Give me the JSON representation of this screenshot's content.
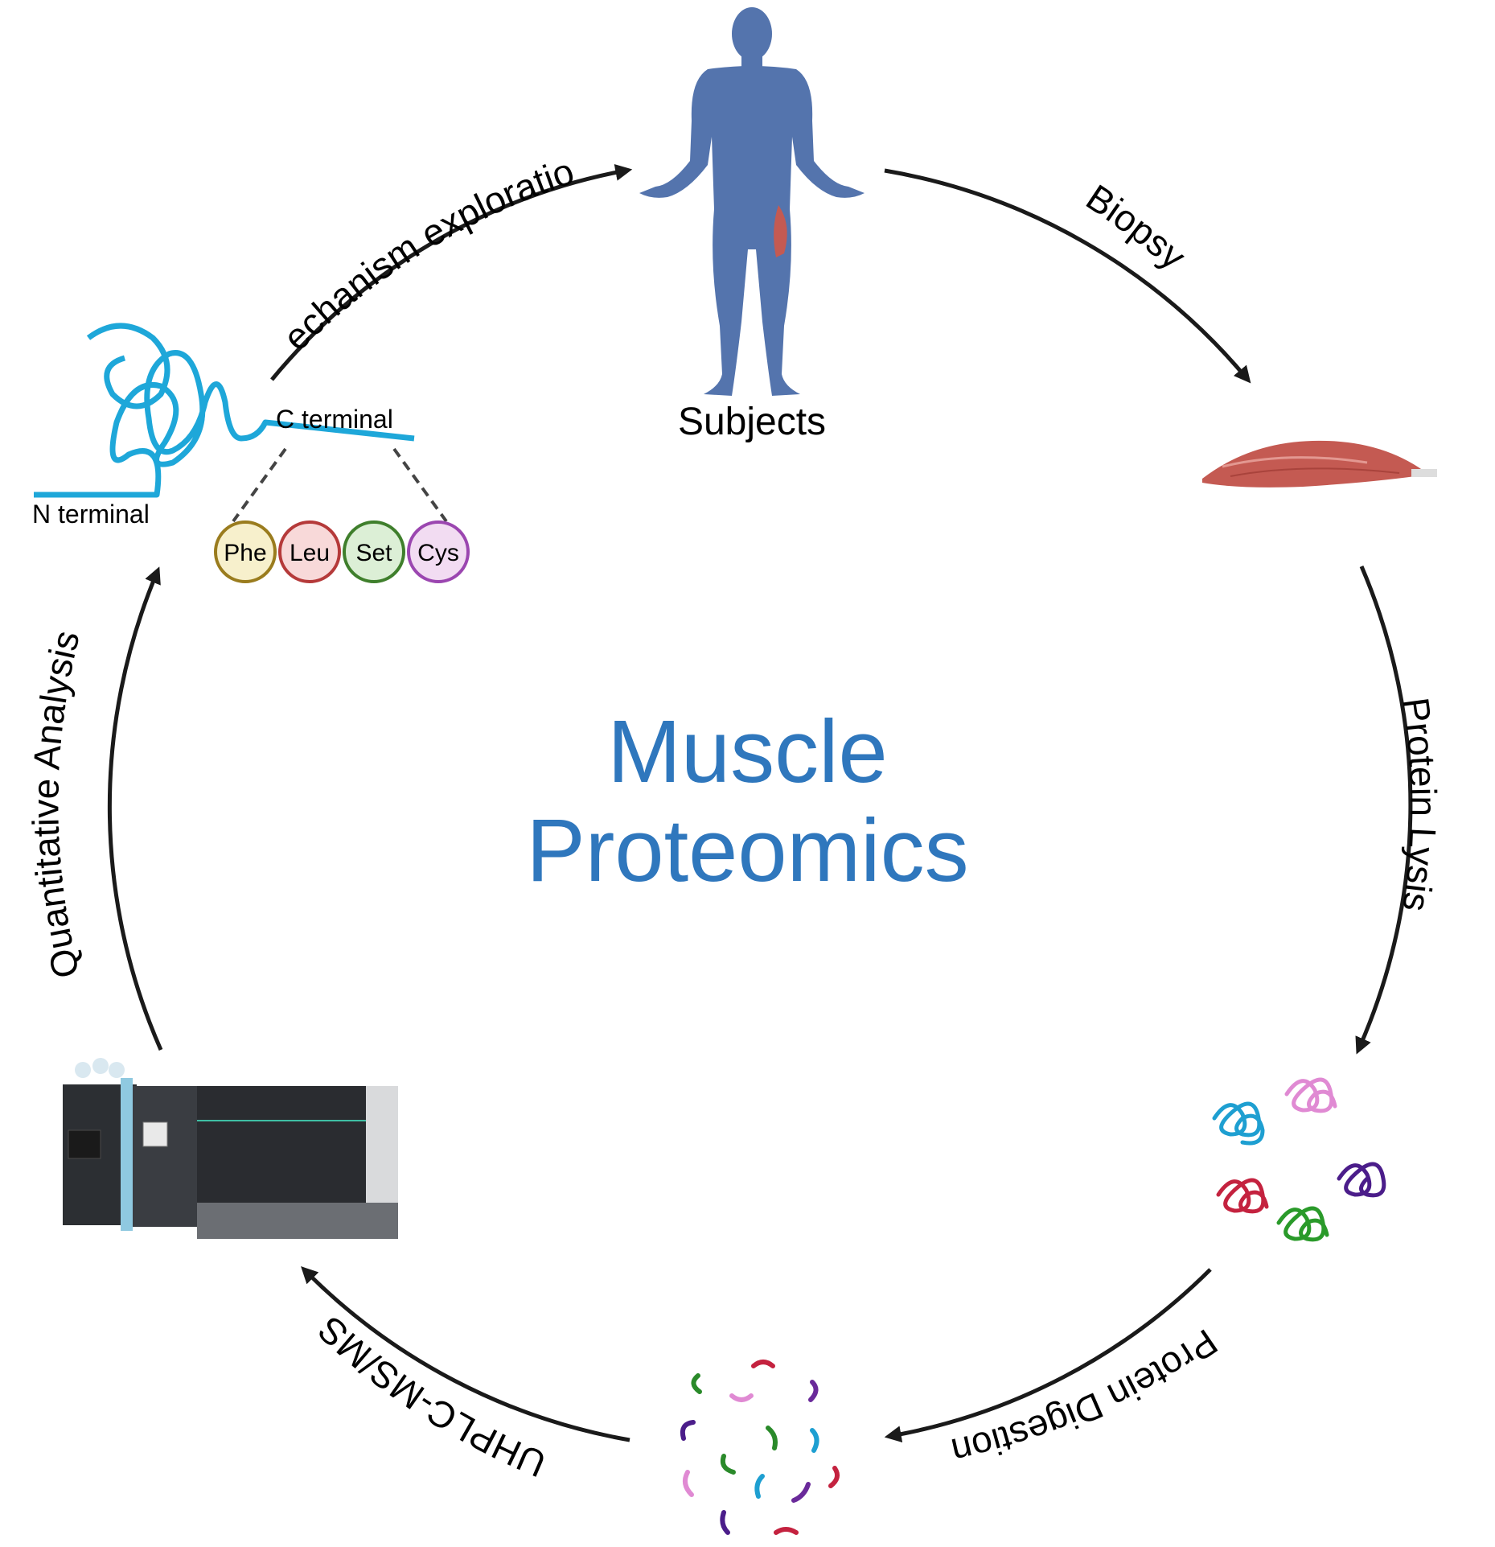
{
  "title": {
    "line1": "Muscle",
    "line2": "Proteomics"
  },
  "steps": {
    "subjects": "Subjects",
    "biopsy": "Biopsy",
    "protein_lysis": "Protein Lysis",
    "protein_digestion": "Protein Digestion",
    "uhplc": "UHPLC-MS/MS",
    "quantitative": "Quantitative Analysis",
    "mechanism": "Mechanism exploration"
  },
  "protein": {
    "n_terminal": "N terminal",
    "c_terminal": "C terminal",
    "residues": [
      {
        "label": "Phe",
        "fill": "#f7f0cc",
        "stroke": "#9a7c1e"
      },
      {
        "label": "Leu",
        "fill": "#f8d9d9",
        "stroke": "#b53a3a"
      },
      {
        "label": "Set",
        "fill": "#dcefd6",
        "stroke": "#3f7f2c"
      },
      {
        "label": "Cys",
        "fill": "#f2dcf2",
        "stroke": "#9b46b0"
      }
    ]
  },
  "colors": {
    "title": "#2f77bd",
    "arrow": "#1a1a1a",
    "human": "#5474ad",
    "muscle": "#c45a52",
    "protein_chain": "#1ea7d9"
  },
  "icons": [
    "human-body-icon",
    "muscle-tissue-icon",
    "protein-clusters-icon",
    "peptide-fragments-icon",
    "mass-spectrometer-icon",
    "protein-chain-icon"
  ]
}
